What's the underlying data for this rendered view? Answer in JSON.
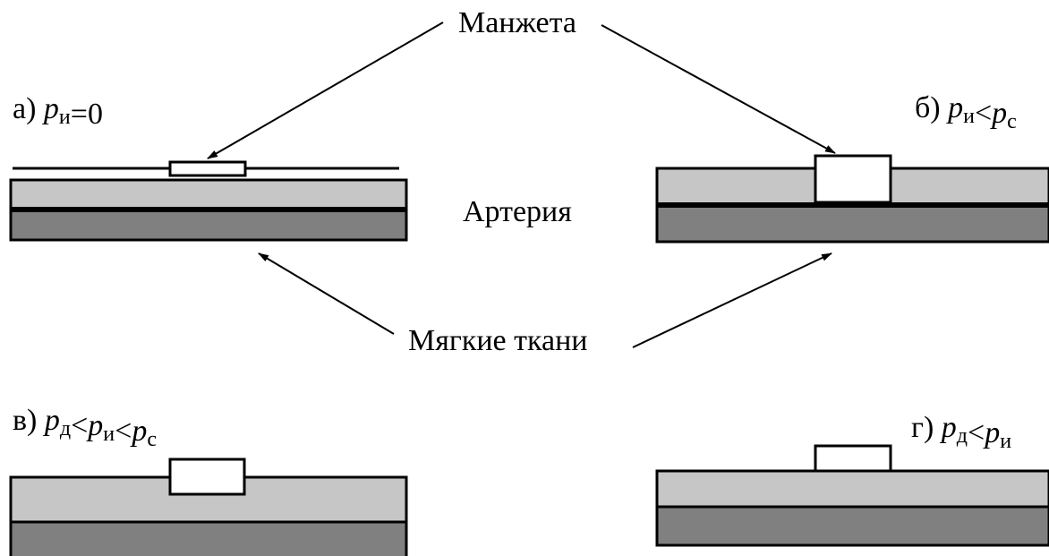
{
  "labels": {
    "cuff": "Манжета",
    "artery": "Артерия",
    "soft_tissue": "Мягкие ткани"
  },
  "panels": [
    {
      "id": "a",
      "prefix": "а)",
      "terms": [
        {
          "var": "p",
          "sub": "и"
        },
        {
          "op": "="
        },
        {
          "text": "0"
        }
      ]
    },
    {
      "id": "b",
      "prefix": "б)",
      "terms": [
        {
          "var": "p",
          "sub": "и"
        },
        {
          "op": "<"
        },
        {
          "var": "p",
          "sub": "с"
        }
      ]
    },
    {
      "id": "v",
      "prefix": "в)",
      "terms": [
        {
          "var": "p",
          "sub": "д"
        },
        {
          "op": "<"
        },
        {
          "var": "p",
          "sub": "и"
        },
        {
          "op": "<"
        },
        {
          "var": "p",
          "sub": "с"
        }
      ]
    },
    {
      "id": "g",
      "prefix": "г)",
      "terms": [
        {
          "var": "p",
          "sub": "д"
        },
        {
          "op": "<"
        },
        {
          "var": "p",
          "sub": "и"
        }
      ]
    }
  ],
  "colors": {
    "artery": "#c6c6c6",
    "soft_tissue": "#808080",
    "outline": "#000000",
    "cuff": "#ffffff"
  }
}
